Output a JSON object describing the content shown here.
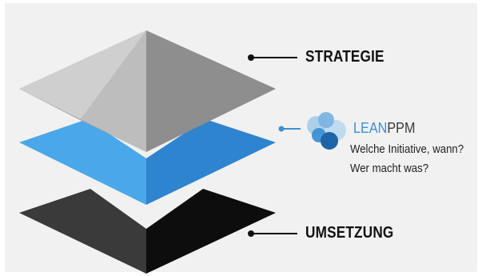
{
  "layers": [
    {
      "label": "STRATEGIE",
      "color_left": "#c8c8c8",
      "color_right": "#8a8a8a",
      "color_mid": "#a9a9a9"
    },
    {
      "label": "",
      "color_left": "#4aa8ea",
      "color_right": "#2f84cf"
    },
    {
      "label": "UMSETZUNG",
      "color_left": "#3a3a3a",
      "color_right": "#0d0d0d"
    }
  ],
  "brand": {
    "lean": "LEAN",
    "ppm": "PPM",
    "lean_color": "#3d8fd6",
    "dots_colors": [
      "#a9cde9",
      "#7bb3e0",
      "#3e8fd3",
      "#1f64a9"
    ]
  },
  "description": {
    "line1": "Welche Initiative, wann?",
    "line2": "Wer macht was?"
  },
  "connector_colors": {
    "dark": "#111111",
    "blue": "#3d8fd6"
  }
}
